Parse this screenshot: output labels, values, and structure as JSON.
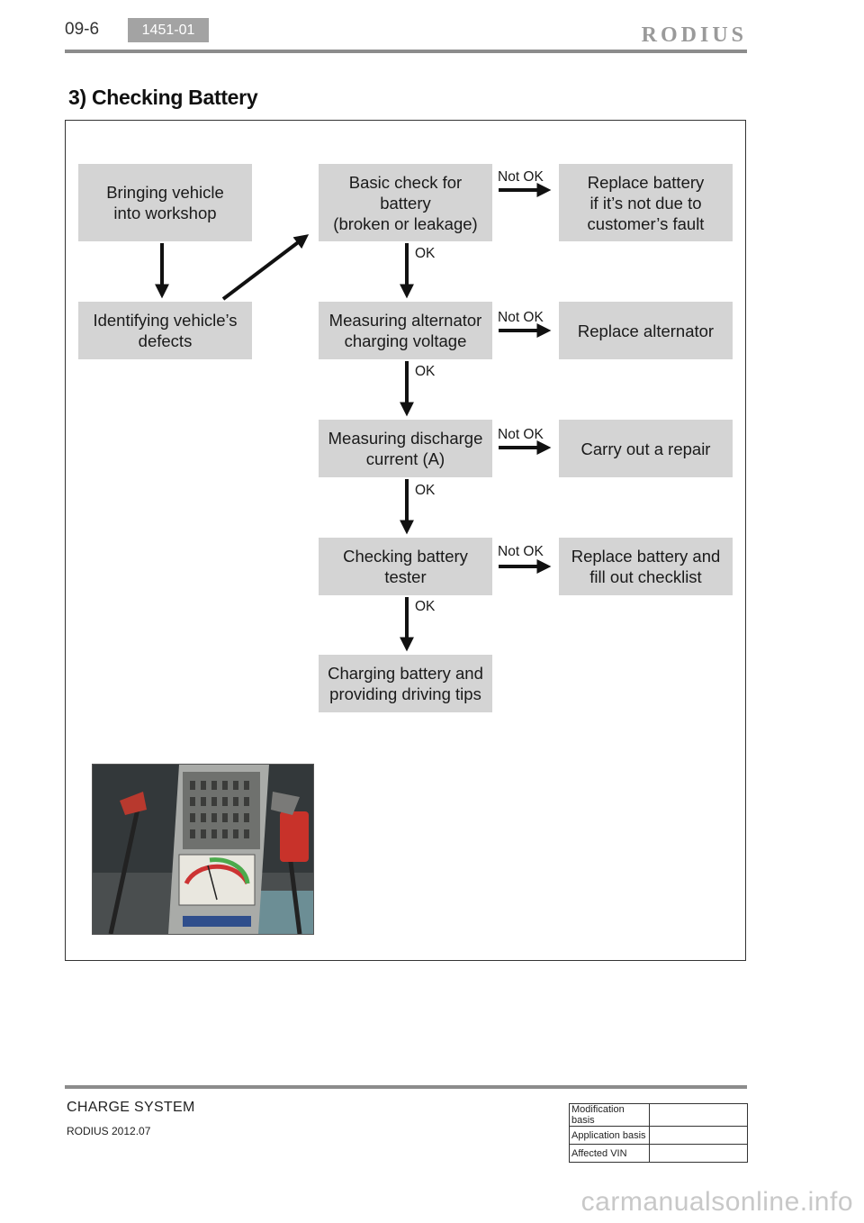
{
  "header": {
    "page_no": "09-6",
    "code": "1451-01",
    "brand": "RODIUS"
  },
  "section": {
    "title": "3) Checking Battery"
  },
  "flow": {
    "bringing": "Bringing vehicle\ninto workshop",
    "identifying": "Identifying vehicle’s\ndefects",
    "basic_check": "Basic check for\nbattery\n(broken or leakage)",
    "measuring_alt": "Measuring alternator\ncharging voltage",
    "measuring_dis": "Measuring discharge\ncurrent (A)",
    "checking_tester": "Checking battery\ntester",
    "charging": "Charging battery and\nproviding driving tips",
    "replace_battery": "Replace battery\nif it’s not due to\ncustomer’s fault",
    "replace_alt": "Replace alternator",
    "carry_repair": "Carry out a repair",
    "replace_fill": "Replace battery and\nfill out checklist",
    "not_ok": "Not OK",
    "ok": "OK"
  },
  "photo": {
    "icon": "battery-tester-photo"
  },
  "footer": {
    "title": "CHARGE  SYSTEM",
    "subtitle": "RODIUS 2012.07",
    "rows": [
      "Modification basis",
      "Application basis",
      "Affected VIN"
    ]
  },
  "watermark": "carmanualsonline.info"
}
